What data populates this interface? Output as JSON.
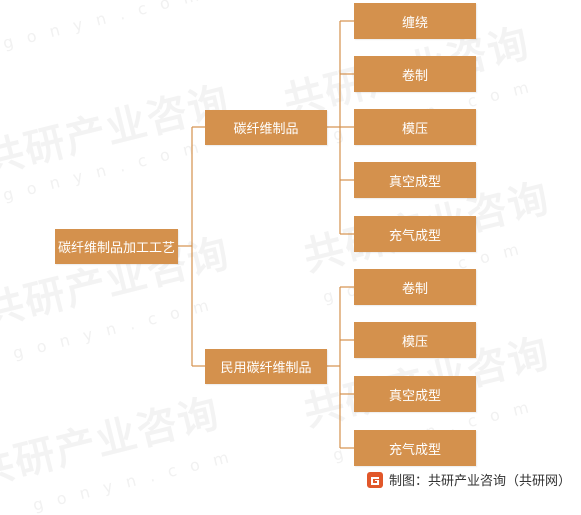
{
  "watermark": {
    "cn": "共研产业咨询",
    "en": "gonyn.com"
  },
  "root": {
    "label": "碳纤维制品加工工艺"
  },
  "branches": [
    {
      "label": "碳纤维制品",
      "children": [
        "缠绕",
        "卷制",
        "模压",
        "真空成型",
        "充气成型"
      ]
    },
    {
      "label": "民用碳纤维制品",
      "children": [
        "卷制",
        "模压",
        "真空成型",
        "充气成型"
      ]
    }
  ],
  "footer": {
    "text": "制图：共研产业咨询（共研网）"
  },
  "colors": {
    "node": "#d4914d",
    "line": "#d4914d",
    "logo": "#e1572a"
  }
}
